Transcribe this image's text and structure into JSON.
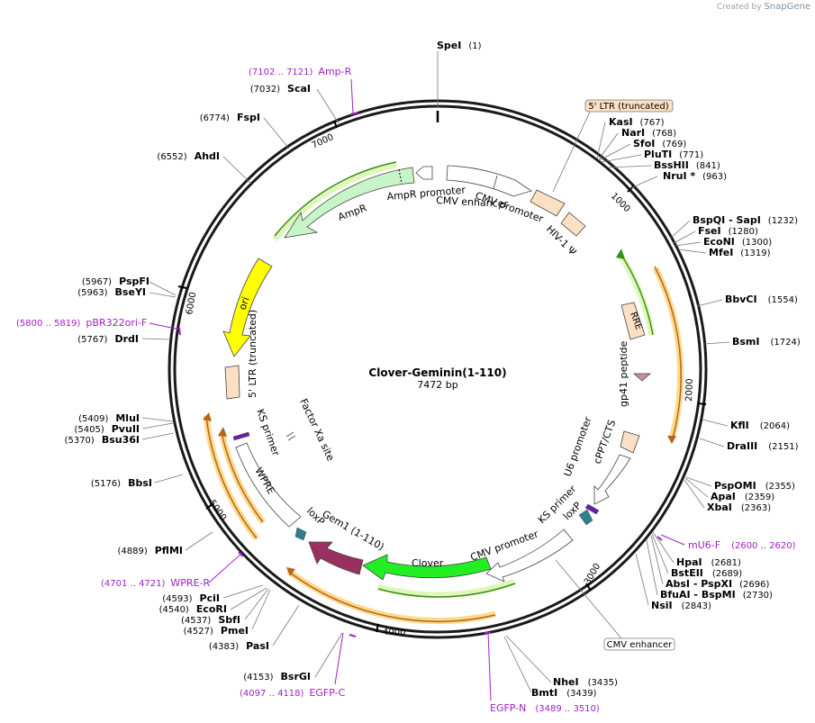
{
  "credit": {
    "created_by": "Created by",
    "brand": "SnapGene"
  },
  "plasmid": {
    "name": "Clover-Geminin(1-110)",
    "size_label": "7472 bp",
    "length": 7472
  },
  "tick_labels": [
    "1000",
    "2000",
    "3000",
    "4000",
    "5000",
    "6000",
    "7000"
  ],
  "sites": [
    {
      "name": "SpeI",
      "pos": "(1)"
    },
    {
      "name": "KasI",
      "pos": "(767)"
    },
    {
      "name": "NarI",
      "pos": "(768)"
    },
    {
      "name": "SfoI",
      "pos": "(769)"
    },
    {
      "name": "PluTI",
      "pos": "(771)"
    },
    {
      "name": "BssHII",
      "pos": "(841)"
    },
    {
      "name": "NruI *",
      "pos": "(963)"
    },
    {
      "name": "BspQI - SapI",
      "pos": "(1232)"
    },
    {
      "name": "FseI",
      "pos": "(1280)"
    },
    {
      "name": "EcoNI",
      "pos": "(1300)"
    },
    {
      "name": "MfeI",
      "pos": "(1319)"
    },
    {
      "name": "BbvCI",
      "pos": "(1554)"
    },
    {
      "name": "BsmI",
      "pos": "(1724)"
    },
    {
      "name": "KflI",
      "pos": "(2064)"
    },
    {
      "name": "DraIII",
      "pos": "(2151)"
    },
    {
      "name": "PspOMI",
      "pos": "(2355)"
    },
    {
      "name": "ApaI",
      "pos": "(2359)"
    },
    {
      "name": "XbaI",
      "pos": "(2363)"
    },
    {
      "name": "HpaI",
      "pos": "(2681)"
    },
    {
      "name": "BstEII",
      "pos": "(2689)"
    },
    {
      "name": "AbsI - PspXI",
      "pos": "(2696)"
    },
    {
      "name": "BfuAI - BspMI",
      "pos": "(2730)"
    },
    {
      "name": "NsiI",
      "pos": "(2843)"
    },
    {
      "name": "NheI",
      "pos": "(3435)"
    },
    {
      "name": "BmtI",
      "pos": "(3439)"
    },
    {
      "name": "BsrGI",
      "pos": "(4153)"
    },
    {
      "name": "PasI",
      "pos": "(4383)"
    },
    {
      "name": "PmeI",
      "pos": "(4527)"
    },
    {
      "name": "SbfI",
      "pos": "(4537)"
    },
    {
      "name": "EcoRI",
      "pos": "(4540)"
    },
    {
      "name": "PciI",
      "pos": "(4593)"
    },
    {
      "name": "PflMI",
      "pos": "(4889)"
    },
    {
      "name": "BbsI",
      "pos": "(5176)"
    },
    {
      "name": "Bsu36I",
      "pos": "(5370)"
    },
    {
      "name": "PvuII",
      "pos": "(5405)"
    },
    {
      "name": "MluI",
      "pos": "(5409)"
    },
    {
      "name": "DrdI",
      "pos": "(5767)"
    },
    {
      "name": "BseYI",
      "pos": "(5963)"
    },
    {
      "name": "PspFI",
      "pos": "(5967)"
    },
    {
      "name": "AhdI",
      "pos": "(6552)"
    },
    {
      "name": "FspI",
      "pos": "(6774)"
    },
    {
      "name": "ScaI",
      "pos": "(7032)"
    }
  ],
  "primers": [
    {
      "name": "Amp-R",
      "range": "(7102 .. 7121)"
    },
    {
      "name": "pBR322ori-F",
      "range": "(5800 .. 5819)"
    },
    {
      "name": "mU6-F",
      "range": "(2600 .. 2620)"
    },
    {
      "name": "WPRE-R",
      "range": "(4701 .. 4721)"
    },
    {
      "name": "EGFP-C",
      "range": "(4097 .. 4118)"
    },
    {
      "name": "EGFP-N",
      "range": "(3489 .. 3510)"
    }
  ],
  "boxed_features": [
    "5' LTR (truncated)",
    "CMV enhancer"
  ],
  "features": [
    "AmpR promoter",
    "AmpR",
    "CMV enhancer",
    "CMV promoter",
    "HIV-1 Ψ",
    "RRE",
    "gp41 peptide",
    "U6 promoter",
    "cPPT/CTS",
    "KS primer",
    "loxP",
    "CMV promoter",
    "Clover",
    "Gem1 (1-110)",
    "loxP",
    "WPRE",
    "KS primer",
    "Factor Xa site",
    "5' LTR (truncated)",
    "ori"
  ],
  "colors": {
    "backbone": "#1a1a1a",
    "ampr": "#c8f5c8",
    "ori": "#ffff00",
    "ltr": "#fbe0c4",
    "clover": "#22ee22",
    "gem": "#99305f",
    "loxp": "#2f7f8f",
    "orange_arc": "#ffd98a",
    "green_arc": "#dff7b8",
    "primer": "#a020c8",
    "rre": "#fbe0c4",
    "gp41": "#c88fa0"
  }
}
